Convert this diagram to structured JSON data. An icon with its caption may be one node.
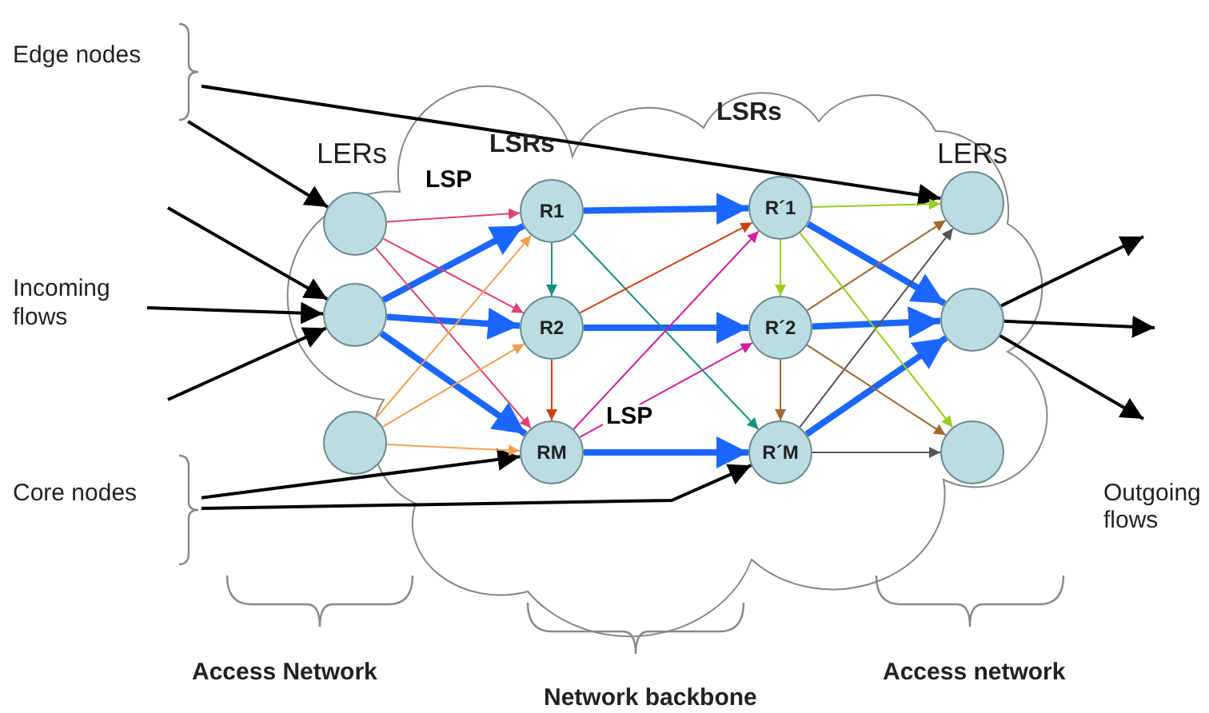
{
  "diagram": {
    "nodes": [
      {
        "text": [
          "Edge nodes"
        ]
      },
      {
        "text": [
          "Incoming flows"
        ]
      },
      {
        "text": [
          "Core nodes"
        ]
      },
      {
        "text": [],
        "shape": "circle"
      },
      {
        "text": [],
        "shape": "circle"
      },
      {
        "text": [],
        "shape": "circle"
      },
      {
        "text": [
          "R1"
        ]
      },
      {
        "text": [
          "R2"
        ]
      },
      {
        "text": [
          "RM"
        ]
      },
      {
        "text": [
          "R´1"
        ]
      },
      {
        "text": [
          "R´2"
        ]
      },
      {
        "text": [
          "R´M"
        ]
      },
      {
        "text": [],
        "shape": "circle"
      },
      {
        "text": [],
        "shape": "circle"
      },
      {
        "text": [],
        "shape": "circle"
      }
    ],
    "edges": [
      {
        "from": 0,
        "to": 3,
        "arrow": "to"
      },
      {
        "from": 0,
        "to": 12,
        "arrow": "to"
      },
      {
        "from": 1,
        "to": 4,
        "arrow": "to"
      },
      {
        "from": null,
        "to": 4,
        "arrow": "to"
      },
      {
        "from": null,
        "to": 4,
        "arrow": "to"
      },
      {
        "from": 2,
        "to": 8,
        "arrow": "to"
      },
      {
        "from": 2,
        "to": 11,
        "arrow": "to"
      },
      {
        "from": 4,
        "to": 6,
        "arrow": "to",
        "style": "thick",
        "color": "#1a66ff"
      },
      {
        "from": 4,
        "to": 7,
        "arrow": "to",
        "style": "thick",
        "color": "#1a66ff"
      },
      {
        "from": 4,
        "to": 8,
        "arrow": "to",
        "style": "thick",
        "color": "#1a66ff"
      },
      {
        "from": 6,
        "to": 9,
        "arrow": "to",
        "style": "thick",
        "color": "#1a66ff"
      },
      {
        "from": 7,
        "to": 10,
        "arrow": "to",
        "style": "thick",
        "color": "#1a66ff"
      },
      {
        "from": 8,
        "to": 11,
        "arrow": "to",
        "label": "LSP",
        "style": "thick",
        "color": "#1a66ff"
      },
      {
        "from": 9,
        "to": 13,
        "arrow": "to",
        "style": "thick",
        "color": "#1a66ff"
      },
      {
        "from": 10,
        "to": 13,
        "arrow": "to",
        "style": "thick",
        "color": "#1a66ff"
      },
      {
        "from": 11,
        "to": 13,
        "arrow": "to",
        "style": "thick",
        "color": "#1a66ff"
      },
      {
        "from": 3,
        "to": 6,
        "arrow": "to",
        "label": "LSP",
        "color": "#e0407a"
      },
      {
        "from": 3,
        "to": 7,
        "arrow": "to",
        "color": "#e0407a"
      },
      {
        "from": 3,
        "to": 8,
        "arrow": "to",
        "color": "#e0407a"
      },
      {
        "from": 5,
        "to": 6,
        "arrow": "to",
        "color": "#f5a050"
      },
      {
        "from": 5,
        "to": 7,
        "arrow": "to",
        "color": "#f5a050"
      },
      {
        "from": 5,
        "to": 8,
        "arrow": "to",
        "color": "#f5a050"
      },
      {
        "from": 6,
        "to": 7,
        "arrow": "to",
        "color": "#1a9080"
      },
      {
        "from": 7,
        "to": 8,
        "arrow": "to",
        "color": "#d04010"
      },
      {
        "from": 6,
        "to": 11,
        "arrow": "to",
        "color": "#1a9080"
      },
      {
        "from": 7,
        "to": 9,
        "arrow": "to",
        "color": "#d04010"
      },
      {
        "from": 8,
        "to": 9,
        "arrow": "to",
        "color": "#d020a0"
      },
      {
        "from": 8,
        "to": 10,
        "arrow": "to",
        "color": "#d020a0"
      },
      {
        "from": 9,
        "to": 10,
        "arrow": "to",
        "color": "#9acd20"
      },
      {
        "from": 10,
        "to": 11,
        "arrow": "to",
        "color": "#a06a30"
      },
      {
        "from": 9,
        "to": 12,
        "arrow": "to",
        "color": "#9acd20"
      },
      {
        "from": 10,
        "to": 12,
        "arrow": "to",
        "color": "#a06a30"
      },
      {
        "from": 11,
        "to": 12,
        "arrow": "to",
        "color": "#555555"
      },
      {
        "from": 9,
        "to": 14,
        "arrow": "to",
        "color": "#9acd20"
      },
      {
        "from": 10,
        "to": 14,
        "arrow": "to",
        "color": "#a06a30"
      },
      {
        "from": 11,
        "to": 14,
        "arrow": "to",
        "color": "#555555"
      },
      {
        "from": 13,
        "to": null,
        "arrow": "to"
      },
      {
        "from": 13,
        "to": null,
        "arrow": "to"
      },
      {
        "from": 13,
        "to": null,
        "arrow": "to"
      }
    ],
    "labels": [
      "LERs",
      "LSRs",
      "LSRs",
      "LERs",
      "Outgoing flows",
      "Access Network",
      "Network backbone",
      "Access network"
    ]
  }
}
